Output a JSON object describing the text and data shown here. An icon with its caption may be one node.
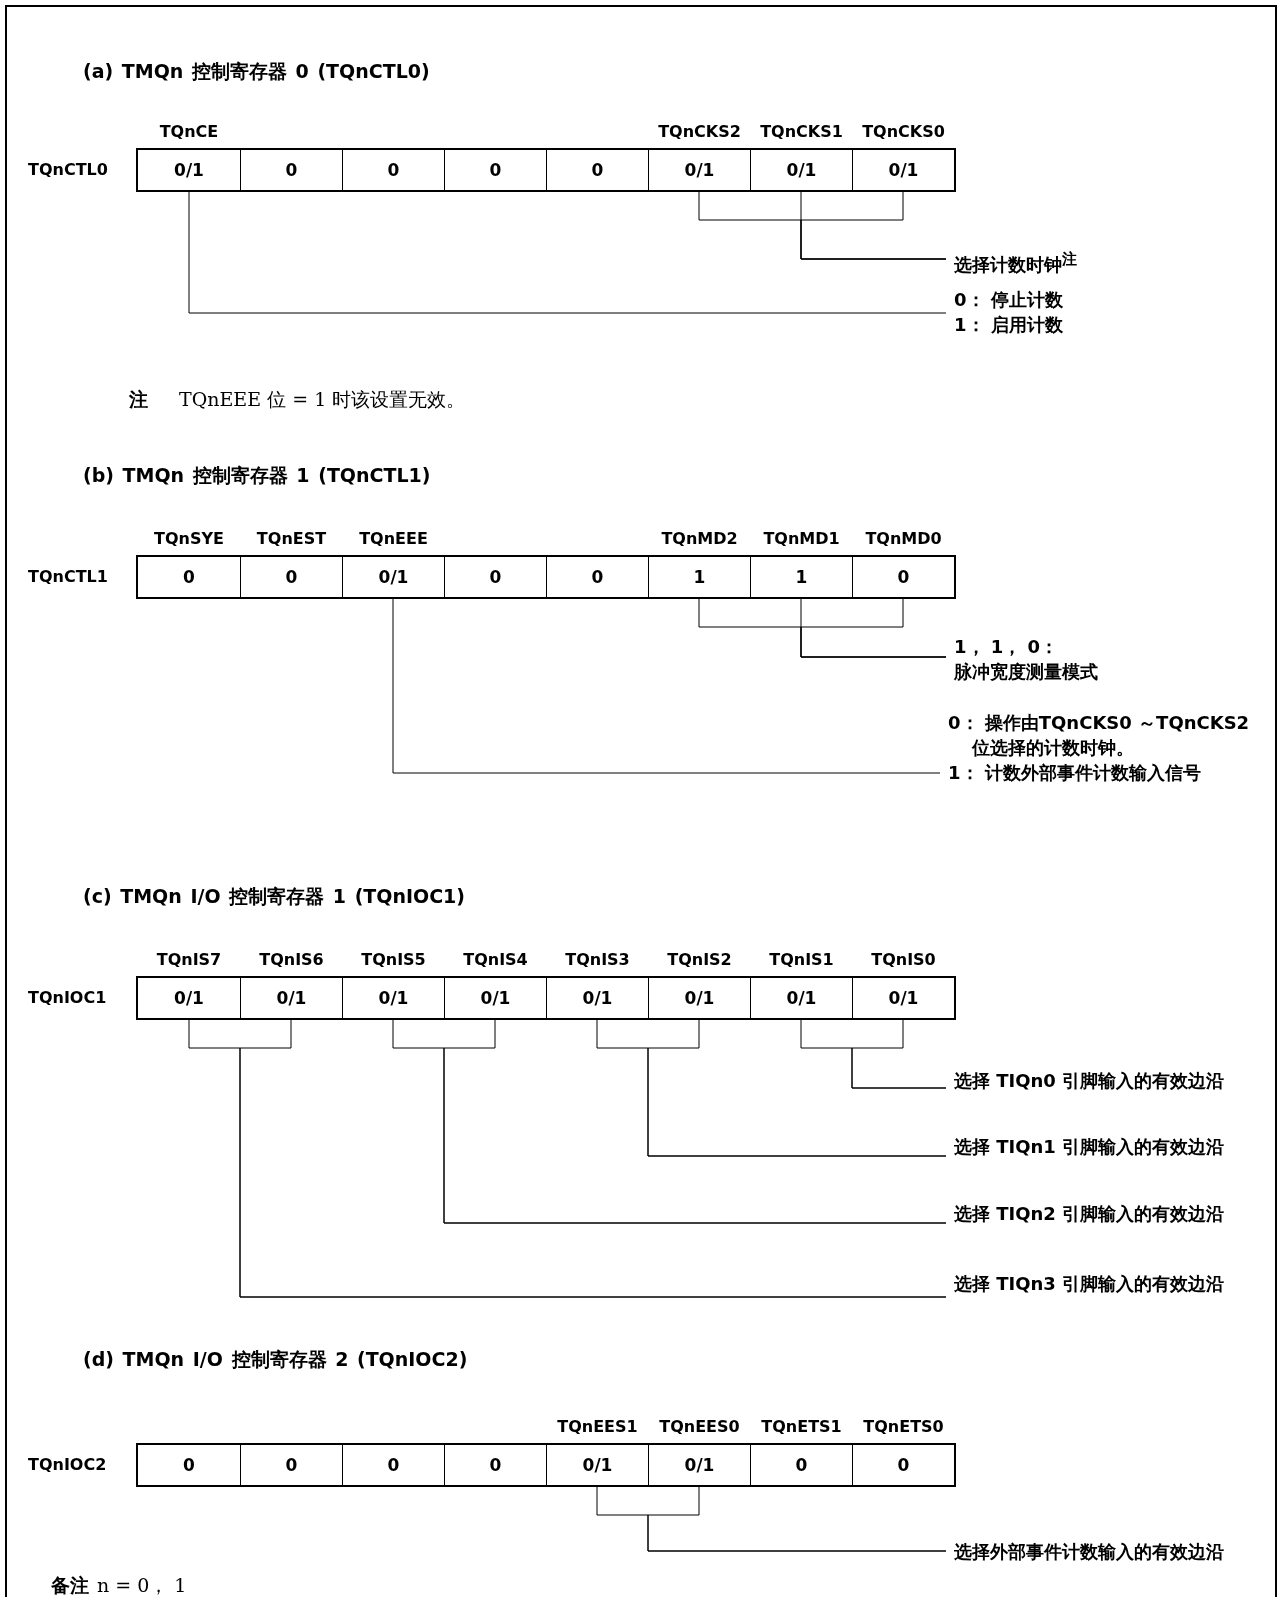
{
  "diagram": {
    "nodes": [
      {
        "text": [
          "TQnCTL0"
        ]
      },
      {
        "text": [
          "0/1"
        ],
        "in": 0,
        "beside": [
          "TQnCE"
        ]
      },
      {
        "text": [
          "0"
        ],
        "in": 0
      },
      {
        "text": [
          "0"
        ],
        "in": 0
      },
      {
        "text": [
          "0"
        ],
        "in": 0
      },
      {
        "text": [
          "0"
        ],
        "in": 0
      },
      {
        "text": [
          "0/1"
        ],
        "in": 0,
        "beside": [
          "TQnCKS2"
        ]
      },
      {
        "text": [
          "0/1"
        ],
        "in": 0,
        "beside": [
          "TQnCKS1"
        ]
      },
      {
        "text": [
          "0/1"
        ],
        "in": 0,
        "beside": [
          "TQnCKS0"
        ]
      },
      {
        "text": [
          "选择计数时钟$^{注}$"
        ]
      },
      {
        "text": [
          "0： 停止计数",
          "1： 启用计数"
        ]
      },
      {
        "text": [
          "TQnCTL1"
        ]
      },
      {
        "text": [
          "0"
        ],
        "in": 11,
        "beside": [
          "TQnSYE"
        ]
      },
      {
        "text": [
          "0"
        ],
        "in": 11,
        "beside": [
          "TQnEST"
        ]
      },
      {
        "text": [
          "0/1"
        ],
        "in": 11,
        "beside": [
          "TQnEEE"
        ]
      },
      {
        "text": [
          "0"
        ],
        "in": 11
      },
      {
        "text": [
          "0"
        ],
        "in": 11
      },
      {
        "text": [
          "1"
        ],
        "in": 11,
        "beside": [
          "TQnMD2"
        ]
      },
      {
        "text": [
          "1"
        ],
        "in": 11,
        "beside": [
          "TQnMD1"
        ]
      },
      {
        "text": [
          "0"
        ],
        "in": 11,
        "beside": [
          "TQnMD0"
        ]
      },
      {
        "text": [
          "1， 1， 0：",
          "脉冲宽度测量模式"
        ]
      },
      {
        "text": [
          "0： 操作由TQnCKS0 ～TQnCKS2 位选择的计数时钟。",
          "1： 计数外部事件计数输入信号"
        ]
      },
      {
        "text": [
          "TQnIOC1"
        ]
      },
      {
        "text": [
          "0/1"
        ],
        "in": 22,
        "beside": [
          "TQnIS7"
        ]
      },
      {
        "text": [
          "0/1"
        ],
        "in": 22,
        "beside": [
          "TQnIS6"
        ]
      },
      {
        "text": [
          "0/1"
        ],
        "in": 22,
        "beside": [
          "TQnIS5"
        ]
      },
      {
        "text": [
          "0/1"
        ],
        "in": 22,
        "beside": [
          "TQnIS4"
        ]
      },
      {
        "text": [
          "0/1"
        ],
        "in": 22,
        "beside": [
          "TQnIS3"
        ]
      },
      {
        "text": [
          "0/1"
        ],
        "in": 22,
        "beside": [
          "TQnIS2"
        ]
      },
      {
        "text": [
          "0/1"
        ],
        "in": 22,
        "beside": [
          "TQnIS1"
        ]
      },
      {
        "text": [
          "0/1"
        ],
        "in": 22,
        "beside": [
          "TQnIS0"
        ]
      },
      {
        "text": [
          "选择 TIQn0 引脚输入的有效边沿"
        ]
      },
      {
        "text": [
          "选择 TIQn1 引脚输入的有效边沿"
        ]
      },
      {
        "text": [
          "选择 TIQn2 引脚输入的有效边沿"
        ]
      },
      {
        "text": [
          "选择 TIQn3 引脚输入的有效边沿"
        ]
      },
      {
        "text": [
          "TQnIOC2"
        ]
      },
      {
        "text": [
          "0"
        ],
        "in": 35
      },
      {
        "text": [
          "0"
        ],
        "in": 35
      },
      {
        "text": [
          "0"
        ],
        "in": 35
      },
      {
        "text": [
          "0"
        ],
        "in": 35
      },
      {
        "text": [
          "0/1"
        ],
        "in": 35,
        "beside": [
          "TQnEES1"
        ]
      },
      {
        "text": [
          "0/1"
        ],
        "in": 35,
        "beside": [
          "TQnEES0"
        ]
      },
      {
        "text": [
          "0"
        ],
        "in": 35,
        "beside": [
          "TQnETS1"
        ]
      },
      {
        "text": [
          "0"
        ],
        "in": 35,
        "beside": [
          "TQnETS0"
        ]
      },
      {
        "text": [
          "选择外部事件计数输入的有效边沿"
        ]
      }
    ],
    "edges": [
      {
        "from": 6,
        "to": 9,
        "arrow": "none"
      },
      {
        "from": 7,
        "to": 9,
        "arrow": "none"
      },
      {
        "from": 8,
        "to": 9,
        "arrow": "none"
      },
      {
        "from": 1,
        "to": 10,
        "arrow": "none"
      },
      {
        "from": 17,
        "to": 20,
        "arrow": "none"
      },
      {
        "from": 18,
        "to": 20,
        "arrow": "none"
      },
      {
        "from": 19,
        "to": 20,
        "arrow": "none"
      },
      {
        "from": 14,
        "to": 21,
        "arrow": "none"
      },
      {
        "from": 29,
        "to": 31,
        "arrow": "none"
      },
      {
        "from": 30,
        "to": 31,
        "arrow": "none"
      },
      {
        "from": 27,
        "to": 32,
        "arrow": "none"
      },
      {
        "from": 28,
        "to": 32,
        "arrow": "none"
      },
      {
        "from": 25,
        "to": 33,
        "arrow": "none"
      },
      {
        "from": 26,
        "to": 33,
        "arrow": "none"
      },
      {
        "from": 23,
        "to": 34,
        "arrow": "none"
      },
      {
        "from": 24,
        "to": 34,
        "arrow": "none"
      },
      {
        "from": 40,
        "to": 44,
        "arrow": "none"
      },
      {
        "from": 41,
        "to": 44,
        "arrow": "none"
      }
    ],
    "labels": [
      "(a)  TMQn 控制寄存器 0 (TQnCTL0)",
      "注",
      "TQnEEE 位 = 1 时该设置无效。",
      "(b)  TMQn 控制寄存器 1 (TQnCTL1)",
      "(c)  TMQn I/O 控制寄存器 1 (TQnIOC1)",
      "(d)  TMQn I/O 控制寄存器 2 (TQnIOC2)",
      "备注",
      "n = 0， 1"
    ]
  }
}
